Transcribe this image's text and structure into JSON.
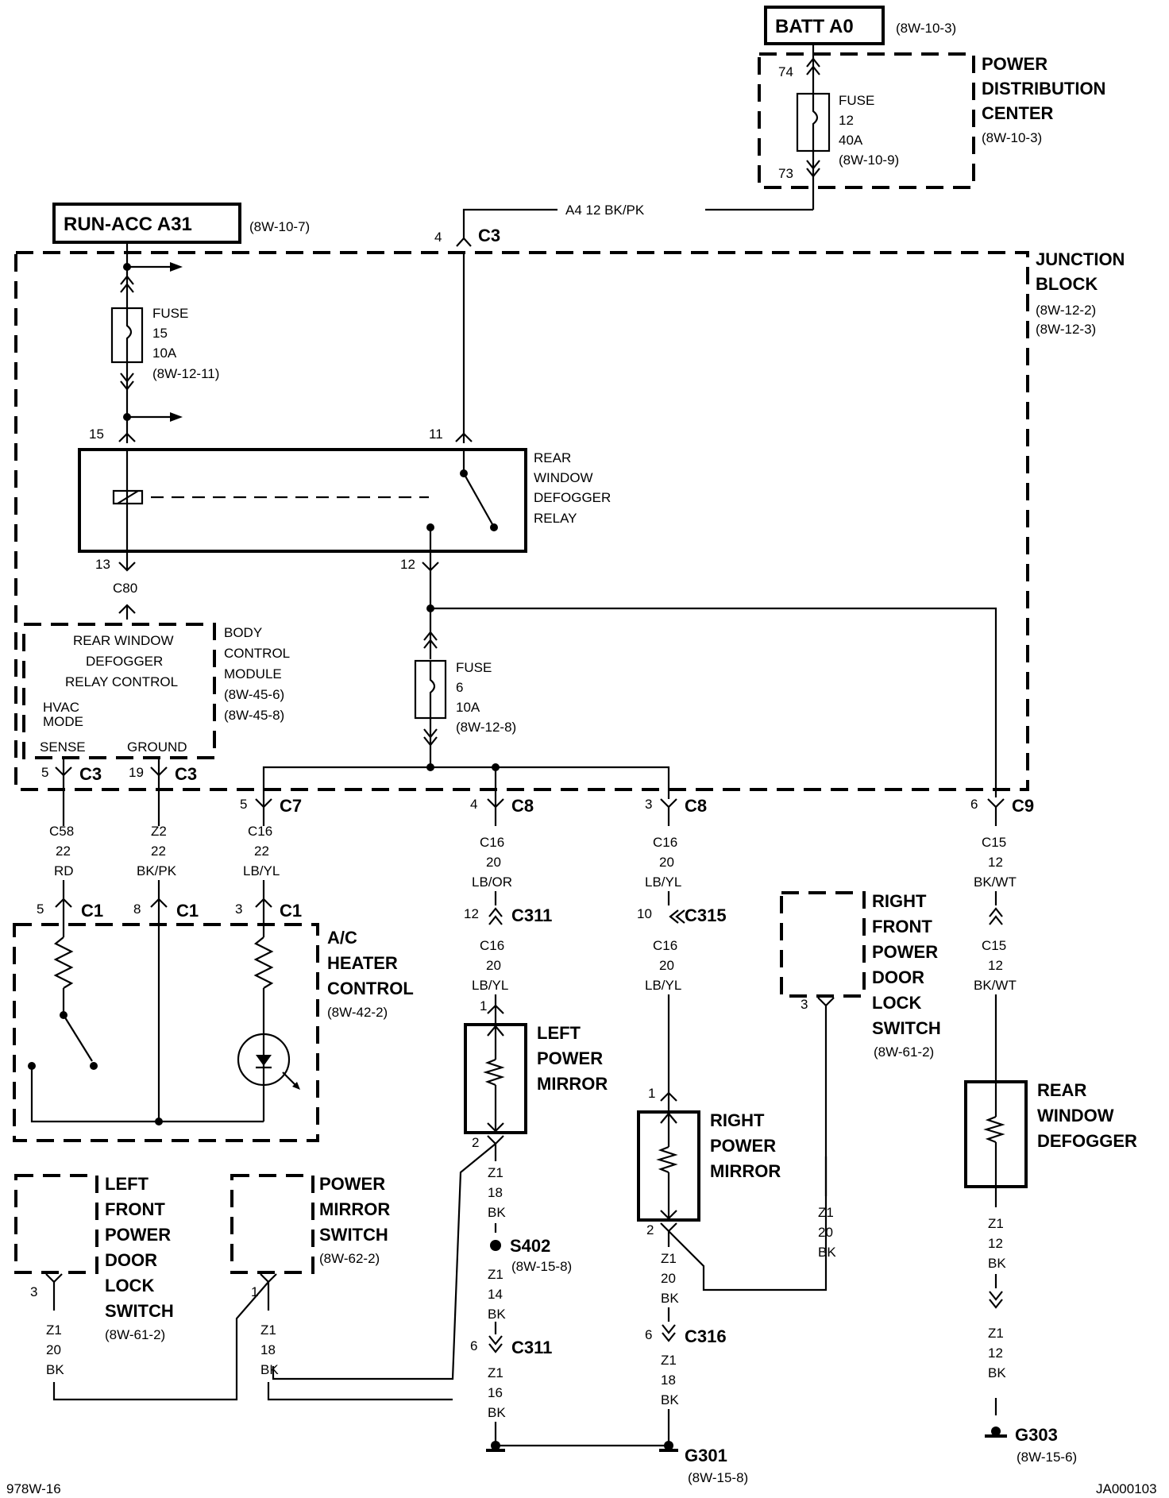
{
  "sources": {
    "batt": {
      "label": "BATT A0",
      "ref": "(8W-10-3)"
    },
    "run_acc": {
      "label": "RUN-ACC A31",
      "ref": "(8W-10-7)"
    }
  },
  "pdc": {
    "title1": "POWER",
    "title2": "DISTRIBUTION",
    "title3": "CENTER",
    "ref": "(8W-10-3)",
    "fuse": [
      "FUSE",
      "12",
      "40A",
      "(8W-10-9)"
    ],
    "pin_top": "74",
    "pin_bot": "73"
  },
  "feed_wire": "A4   12 BK/PK",
  "junction_block": {
    "title1": "JUNCTION",
    "title2": "BLOCK",
    "ref1": "(8W-12-2)",
    "ref2": "(8W-12-3)"
  },
  "fuse15": [
    "FUSE",
    "15",
    "10A",
    "(8W-12-11)"
  ],
  "fuse6": [
    "FUSE",
    "6",
    "10A",
    "(8W-12-8)"
  ],
  "relay": {
    "lines": [
      "REAR",
      "WINDOW",
      "DEFOGGER",
      "RELAY"
    ],
    "pin15": "15",
    "pin11": "11",
    "pin13": "13",
    "pin12": "12"
  },
  "bcm": {
    "lines": [
      "BODY",
      "CONTROL",
      "MODULE",
      "(8W-45-6)",
      "(8W-45-8)"
    ],
    "inner": [
      "REAR WINDOW",
      "DEFOGGER",
      "RELAY CONTROL"
    ],
    "hvac1": "HVAC",
    "hvac2": "MODE",
    "sense": "SENSE",
    "ground": "GROUND",
    "c80": "C80"
  },
  "connectors": {
    "c3_top": {
      "pin": "4",
      "name": "C3"
    },
    "c3_a": {
      "pin": "5",
      "name": "C3"
    },
    "c3_b": {
      "pin": "19",
      "name": "C3"
    },
    "c7": {
      "pin": "5",
      "name": "C7"
    },
    "c8_a": {
      "pin": "4",
      "name": "C8"
    },
    "c8_b": {
      "pin": "3",
      "name": "C8"
    },
    "c9": {
      "pin": "6",
      "name": "C9"
    },
    "c1_a": {
      "pin": "5",
      "name": "C1"
    },
    "c1_b": {
      "pin": "8",
      "name": "C1"
    },
    "c1_c": {
      "pin": "3",
      "name": "C1"
    },
    "c311_a": {
      "pin": "12",
      "name": "C311"
    },
    "c315": {
      "pin": "10",
      "name": "C315"
    },
    "c311_b": {
      "pin": "6",
      "name": "C311"
    },
    "c316": {
      "pin": "6",
      "name": "C316"
    }
  },
  "wires": {
    "w_c58": [
      "C58",
      "22",
      "RD"
    ],
    "w_z2": [
      "Z2",
      "22",
      "BK/PK"
    ],
    "w_c16a": [
      "C16",
      "22",
      "LB/YL"
    ],
    "w_c16b": [
      "C16",
      "20",
      "LB/OR"
    ],
    "w_c16c": [
      "C16",
      "20",
      "LB/YL"
    ],
    "w_c15a": [
      "C15",
      "12",
      "BK/WT"
    ],
    "w_c16d": [
      "C16",
      "20",
      "LB/YL"
    ],
    "w_c16e": [
      "C16",
      "20",
      "LB/YL"
    ],
    "w_c15b": [
      "C15",
      "12",
      "BK/WT"
    ],
    "w_z1a": [
      "Z1",
      "18",
      "BK"
    ],
    "w_z1b": [
      "Z1",
      "14",
      "BK"
    ],
    "w_z1c": [
      "Z1",
      "16",
      "BK"
    ],
    "w_z1d": [
      "Z1",
      "20",
      "BK"
    ],
    "w_z1e": [
      "Z1",
      "18",
      "BK"
    ],
    "w_z1f": [
      "Z1",
      "20",
      "BK"
    ],
    "w_z1g": [
      "Z1",
      "12",
      "BK"
    ],
    "w_z1h": [
      "Z1",
      "12",
      "BK"
    ],
    "w_z1i": [
      "Z1",
      "20",
      "BK"
    ],
    "w_z1j": [
      "Z1",
      "18",
      "BK"
    ]
  },
  "components": {
    "ac": {
      "lines": [
        "A/C",
        "HEATER",
        "CONTROL"
      ],
      "ref": "(8W-42-2)"
    },
    "left_mirror": {
      "lines": [
        "LEFT",
        "POWER",
        "MIRROR"
      ],
      "pin1": "1",
      "pin2": "2"
    },
    "right_mirror": {
      "lines": [
        "RIGHT",
        "POWER",
        "MIRROR"
      ],
      "pin1": "1",
      "pin2": "2"
    },
    "rf_switch": {
      "lines": [
        "RIGHT",
        "FRONT",
        "POWER",
        "DOOR",
        "LOCK",
        "SWITCH"
      ],
      "ref": "(8W-61-2)",
      "pin": "3"
    },
    "lf_switch": {
      "lines": [
        "LEFT",
        "FRONT",
        "POWER",
        "DOOR",
        "LOCK",
        "SWITCH"
      ],
      "ref": "(8W-61-2)",
      "pin": "3"
    },
    "pm_switch": {
      "lines": [
        "POWER",
        "MIRROR",
        "SWITCH"
      ],
      "ref": "(8W-62-2)",
      "pin": "1"
    },
    "defogger": {
      "lines": [
        "REAR",
        "WINDOW",
        "DEFOGGER"
      ]
    }
  },
  "splice": {
    "name": "S402",
    "ref": "(8W-15-8)"
  },
  "grounds": {
    "g301": {
      "name": "G301",
      "ref": "(8W-15-8)"
    },
    "g303": {
      "name": "G303",
      "ref": "(8W-15-6)"
    }
  },
  "footer": {
    "left": "978W-16",
    "right": "JA000103"
  }
}
